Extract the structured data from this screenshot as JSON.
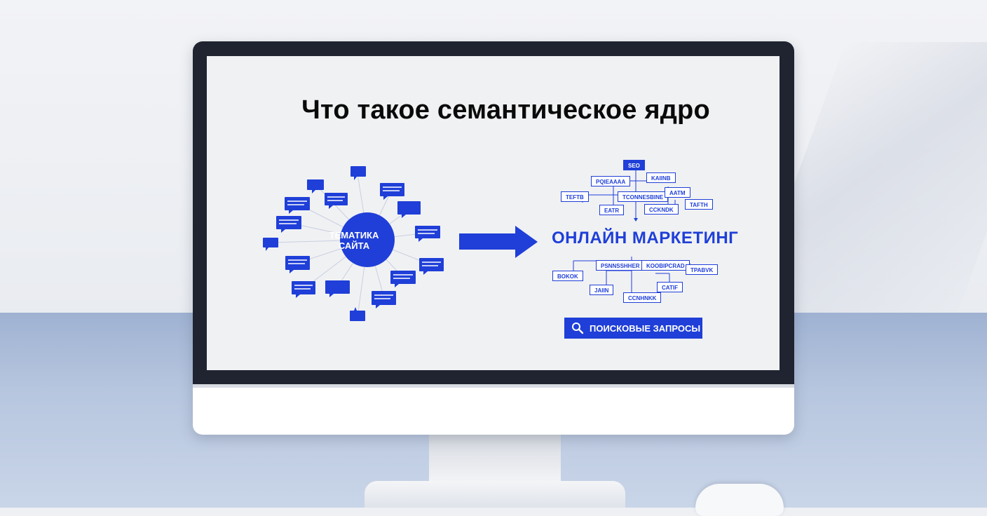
{
  "scene": {
    "title": "Что такое семантическое ядро",
    "hub_line1": "ТЕМАТИКА",
    "hub_line2": "САЙТА",
    "marketing_label": "ОНЛАЙН МАРКЕТИНГ",
    "search_button": "ПОИСКОВЫЕ ЗАПРОСЫ",
    "search_icon": "search-icon",
    "accent_color": "#1f3fd8"
  },
  "keywords": {
    "k1": "SEO",
    "k2": "PQIEAAAA",
    "k3": "KAIINB",
    "k4": "TEFTB",
    "k5": "TCONNESBINE",
    "k6": "AATM",
    "k7": "EATR",
    "k8": "CCKNDK",
    "k9": "TAFTH",
    "k10": "BOKOK",
    "k11": "PSNNSSHHER",
    "k12": "KOOBIPCRAD",
    "k13": "TPABVK",
    "k14": "JAIIN",
    "k15": "CATIF",
    "k16": "CCNHNKK"
  }
}
